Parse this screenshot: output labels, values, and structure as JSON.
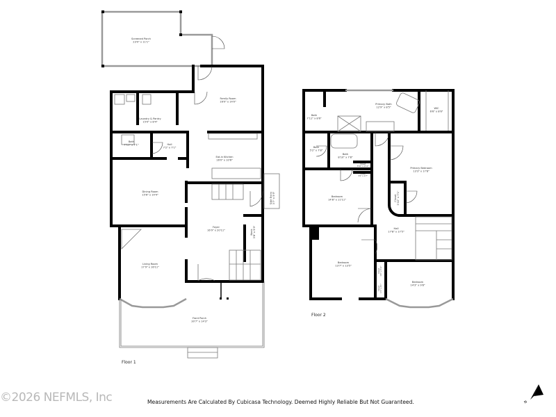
{
  "floor1": {
    "label": "Floor 1",
    "rooms": [
      {
        "name": "Screened Porch",
        "dims": "23'0\" x 11'1\""
      },
      {
        "name": "Family Room",
        "dims": "16'0\" x 14'0\""
      },
      {
        "name": "Laundry & Pantry",
        "dims": "15'0\" x 8'4\""
      },
      {
        "name": "Bath",
        "dims": "7'11\" x 7'1\""
      },
      {
        "name": "Hall",
        "dims": "7'2\" x 7'1\""
      },
      {
        "name": "Eat-in Kitchen",
        "dims": "16'0\" x 10'6\""
      },
      {
        "name": "Dining Room",
        "dims": "15'6\" x 14'4\""
      },
      {
        "name": "Foyer",
        "dims": "16'9\" x 20'11\""
      },
      {
        "name": "Side Entry",
        "dims": "3'7\" x 5'9\""
      },
      {
        "name": "Nook",
        "dims": "3'8\" x 5'9\""
      },
      {
        "name": "Living Room",
        "dims": "17'9\" x 16'11\""
      },
      {
        "name": "Front Porch",
        "dims": "30'7\" x 14'3\""
      }
    ]
  },
  "floor2": {
    "label": "Floor 2",
    "rooms": [
      {
        "name": "Primary Bath",
        "dims": "12'9\" x 8'5\""
      },
      {
        "name": "WIC",
        "dims": "6'6\" x 8'6\""
      },
      {
        "name": "Bath",
        "dims": "7'11\" x 8'6\""
      },
      {
        "name": "Bath",
        "dims": "5'2\" x 7'8\""
      },
      {
        "name": "Bath",
        "dims": "8'10\" x 7'8\""
      },
      {
        "name": "Closet",
        "dims": "3'10\" x 1'11\""
      },
      {
        "name": "Closet",
        "dims": "3'2\" x 1'7\""
      },
      {
        "name": "Primary Bedroom",
        "dims": "13'3\" x 17'8\""
      },
      {
        "name": "Closet",
        "dims": "3'10\" x 7'1\""
      },
      {
        "name": "Bedroom",
        "dims": "14'8\" x 11'11\""
      },
      {
        "name": "Hall",
        "dims": "17'8\" x 17'5\""
      },
      {
        "name": "Bedroom",
        "dims": "13'7\" x 13'5\""
      },
      {
        "name": "Closet",
        "dims": "1'9\" x 3'11\""
      },
      {
        "name": "Closet",
        "dims": "1'1\" x 4'1\""
      },
      {
        "name": "Bedroom",
        "dims": "14'3\" x 9'8\""
      }
    ]
  },
  "watermark": "©2026 NEFMLS, Inc",
  "disclaimer": "Measurements Are Calculated By Cubicasa Technology. Deemed Highly Reliable But Not Guaranteed.",
  "compass": {
    "label": "N",
    "icon": "north-arrow-icon"
  },
  "colors": {
    "walls": "#000000",
    "windows": "#999999"
  }
}
